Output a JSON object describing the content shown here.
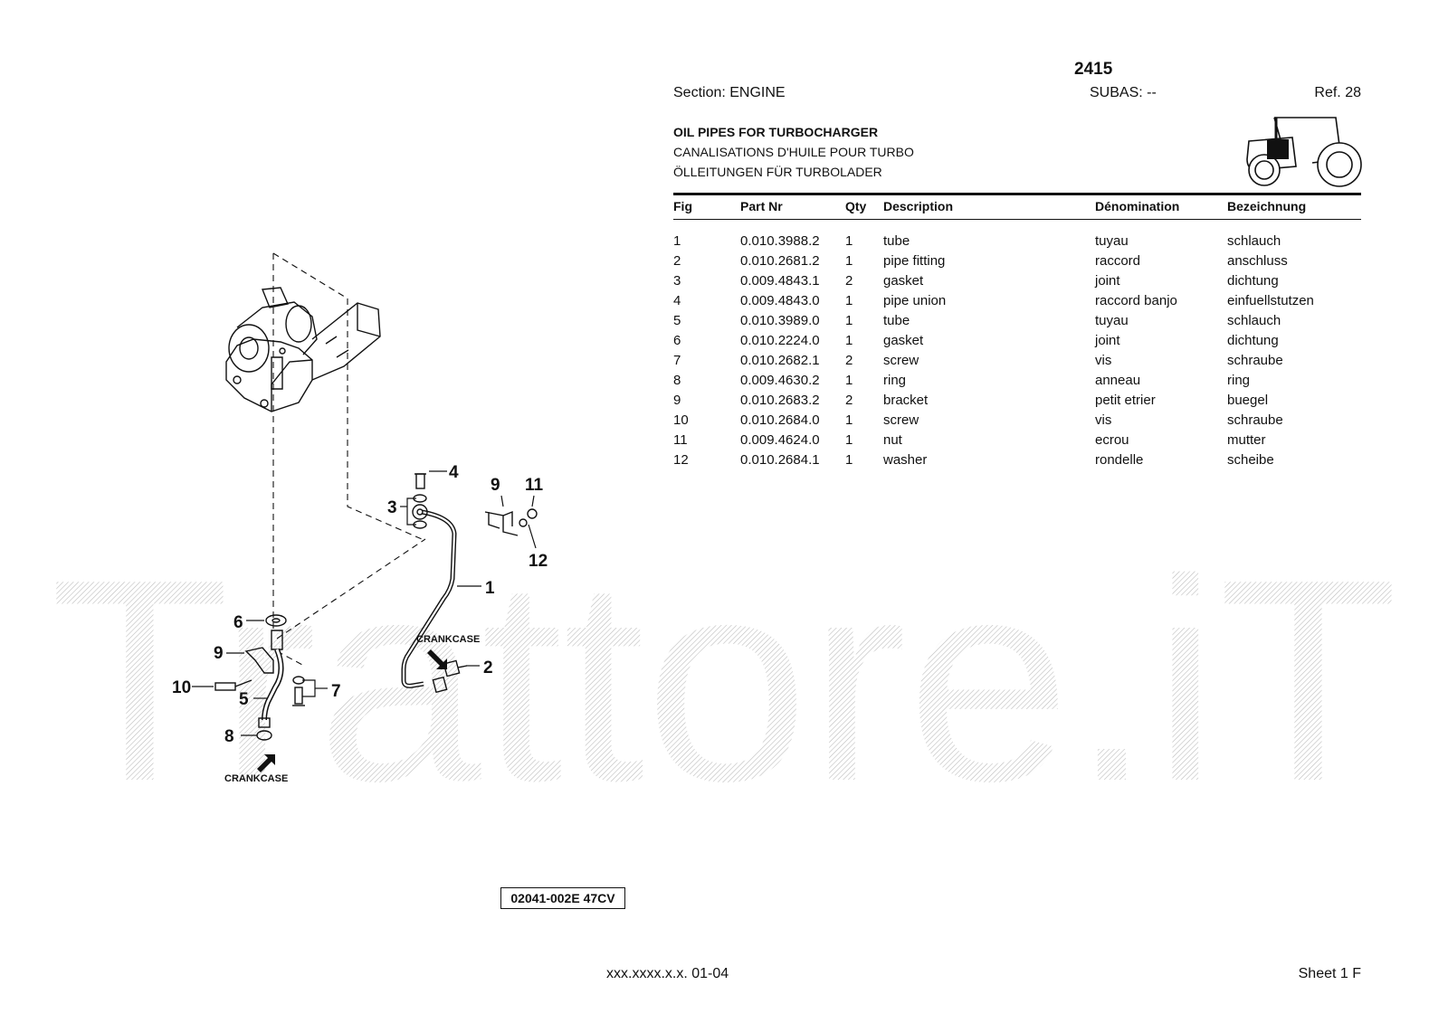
{
  "header": {
    "doc_number": "2415",
    "section": "Section: ENGINE",
    "subas": "SUBAS: --",
    "ref": "Ref. 28",
    "title_en": "OIL PIPES FOR TURBOCHARGER",
    "title_fr": "CANALISATIONS D'HUILE POUR TURBO",
    "title_de": "ÖLLEITUNGEN FÜR TURBOLADER"
  },
  "table": {
    "columns": [
      "Fig",
      "Part Nr",
      "Qty",
      "Description",
      "Dénomination",
      "Bezeichnung"
    ],
    "rows": [
      {
        "fig": "1",
        "part": "0.010.3988.2",
        "qty": "1",
        "desc": "tube",
        "den": "tuyau",
        "bez": "schlauch"
      },
      {
        "fig": "2",
        "part": "0.010.2681.2",
        "qty": "1",
        "desc": "pipe fitting",
        "den": "raccord",
        "bez": "anschluss"
      },
      {
        "fig": "3",
        "part": "0.009.4843.1",
        "qty": "2",
        "desc": "gasket",
        "den": "joint",
        "bez": "dichtung"
      },
      {
        "fig": "4",
        "part": "0.009.4843.0",
        "qty": "1",
        "desc": "pipe union",
        "den": "raccord banjo",
        "bez": "einfuellstutzen"
      },
      {
        "fig": "5",
        "part": "0.010.3989.0",
        "qty": "1",
        "desc": "tube",
        "den": "tuyau",
        "bez": "schlauch"
      },
      {
        "fig": "6",
        "part": "0.010.2224.0",
        "qty": "1",
        "desc": "gasket",
        "den": "joint",
        "bez": "dichtung"
      },
      {
        "fig": "7",
        "part": "0.010.2682.1",
        "qty": "2",
        "desc": "screw",
        "den": "vis",
        "bez": "schraube"
      },
      {
        "fig": "8",
        "part": "0.009.4630.2",
        "qty": "1",
        "desc": "ring",
        "den": "anneau",
        "bez": "ring"
      },
      {
        "fig": "9",
        "part": "0.010.2683.2",
        "qty": "2",
        "desc": "bracket",
        "den": "petit etrier",
        "bez": "buegel"
      },
      {
        "fig": "10",
        "part": "0.010.2684.0",
        "qty": "1",
        "desc": "screw",
        "den": "vis",
        "bez": "schraube"
      },
      {
        "fig": "11",
        "part": "0.009.4624.0",
        "qty": "1",
        "desc": "nut",
        "den": "ecrou",
        "bez": "mutter"
      },
      {
        "fig": "12",
        "part": "0.010.2684.1",
        "qty": "1",
        "desc": "washer",
        "den": "rondelle",
        "bez": "scheibe"
      }
    ]
  },
  "drawing": {
    "callouts": [
      "1",
      "2",
      "3",
      "4",
      "5",
      "6",
      "7",
      "8",
      "9",
      "9",
      "10",
      "11",
      "12"
    ],
    "crankcase_label": "CRANKCASE",
    "stamp": "02041-002E 47CV"
  },
  "watermark": "Trattore.iT",
  "footer": {
    "code": "xxx.xxxx.x.x. 01-04",
    "sheet": "Sheet 1 F"
  },
  "icons": [
    "tractor-icon",
    "turbocharger-icon"
  ]
}
